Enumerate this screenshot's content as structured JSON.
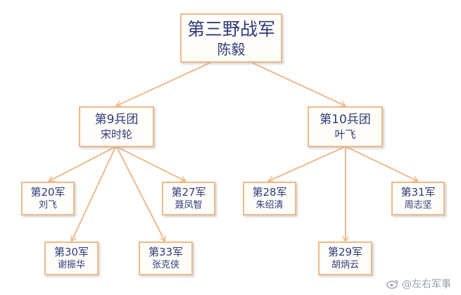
{
  "colors": {
    "edge": "#f0b98a",
    "border": "#f0b98a",
    "text": "#2e3a7a",
    "watermark": "#9aa0a8"
  },
  "nodes": {
    "root": {
      "title": "第三野战军",
      "commander": "陈毅"
    },
    "group9": {
      "title": "第9兵团",
      "commander": "宋时轮"
    },
    "group10": {
      "title": "第10兵团",
      "commander": "叶飞"
    },
    "army20": {
      "title": "第20军",
      "commander": "刘飞"
    },
    "army27": {
      "title": "第27军",
      "commander": "聂凤智"
    },
    "army30": {
      "title": "第30军",
      "commander": "谢振华"
    },
    "army33": {
      "title": "第33军",
      "commander": "张克侠"
    },
    "army28": {
      "title": "第28军",
      "commander": "朱绍清"
    },
    "army31": {
      "title": "第31军",
      "commander": "周志坚"
    },
    "army29": {
      "title": "第29军",
      "commander": "胡炳云"
    }
  },
  "watermark": {
    "icon": "weibo-icon",
    "text": "@左右军事"
  }
}
